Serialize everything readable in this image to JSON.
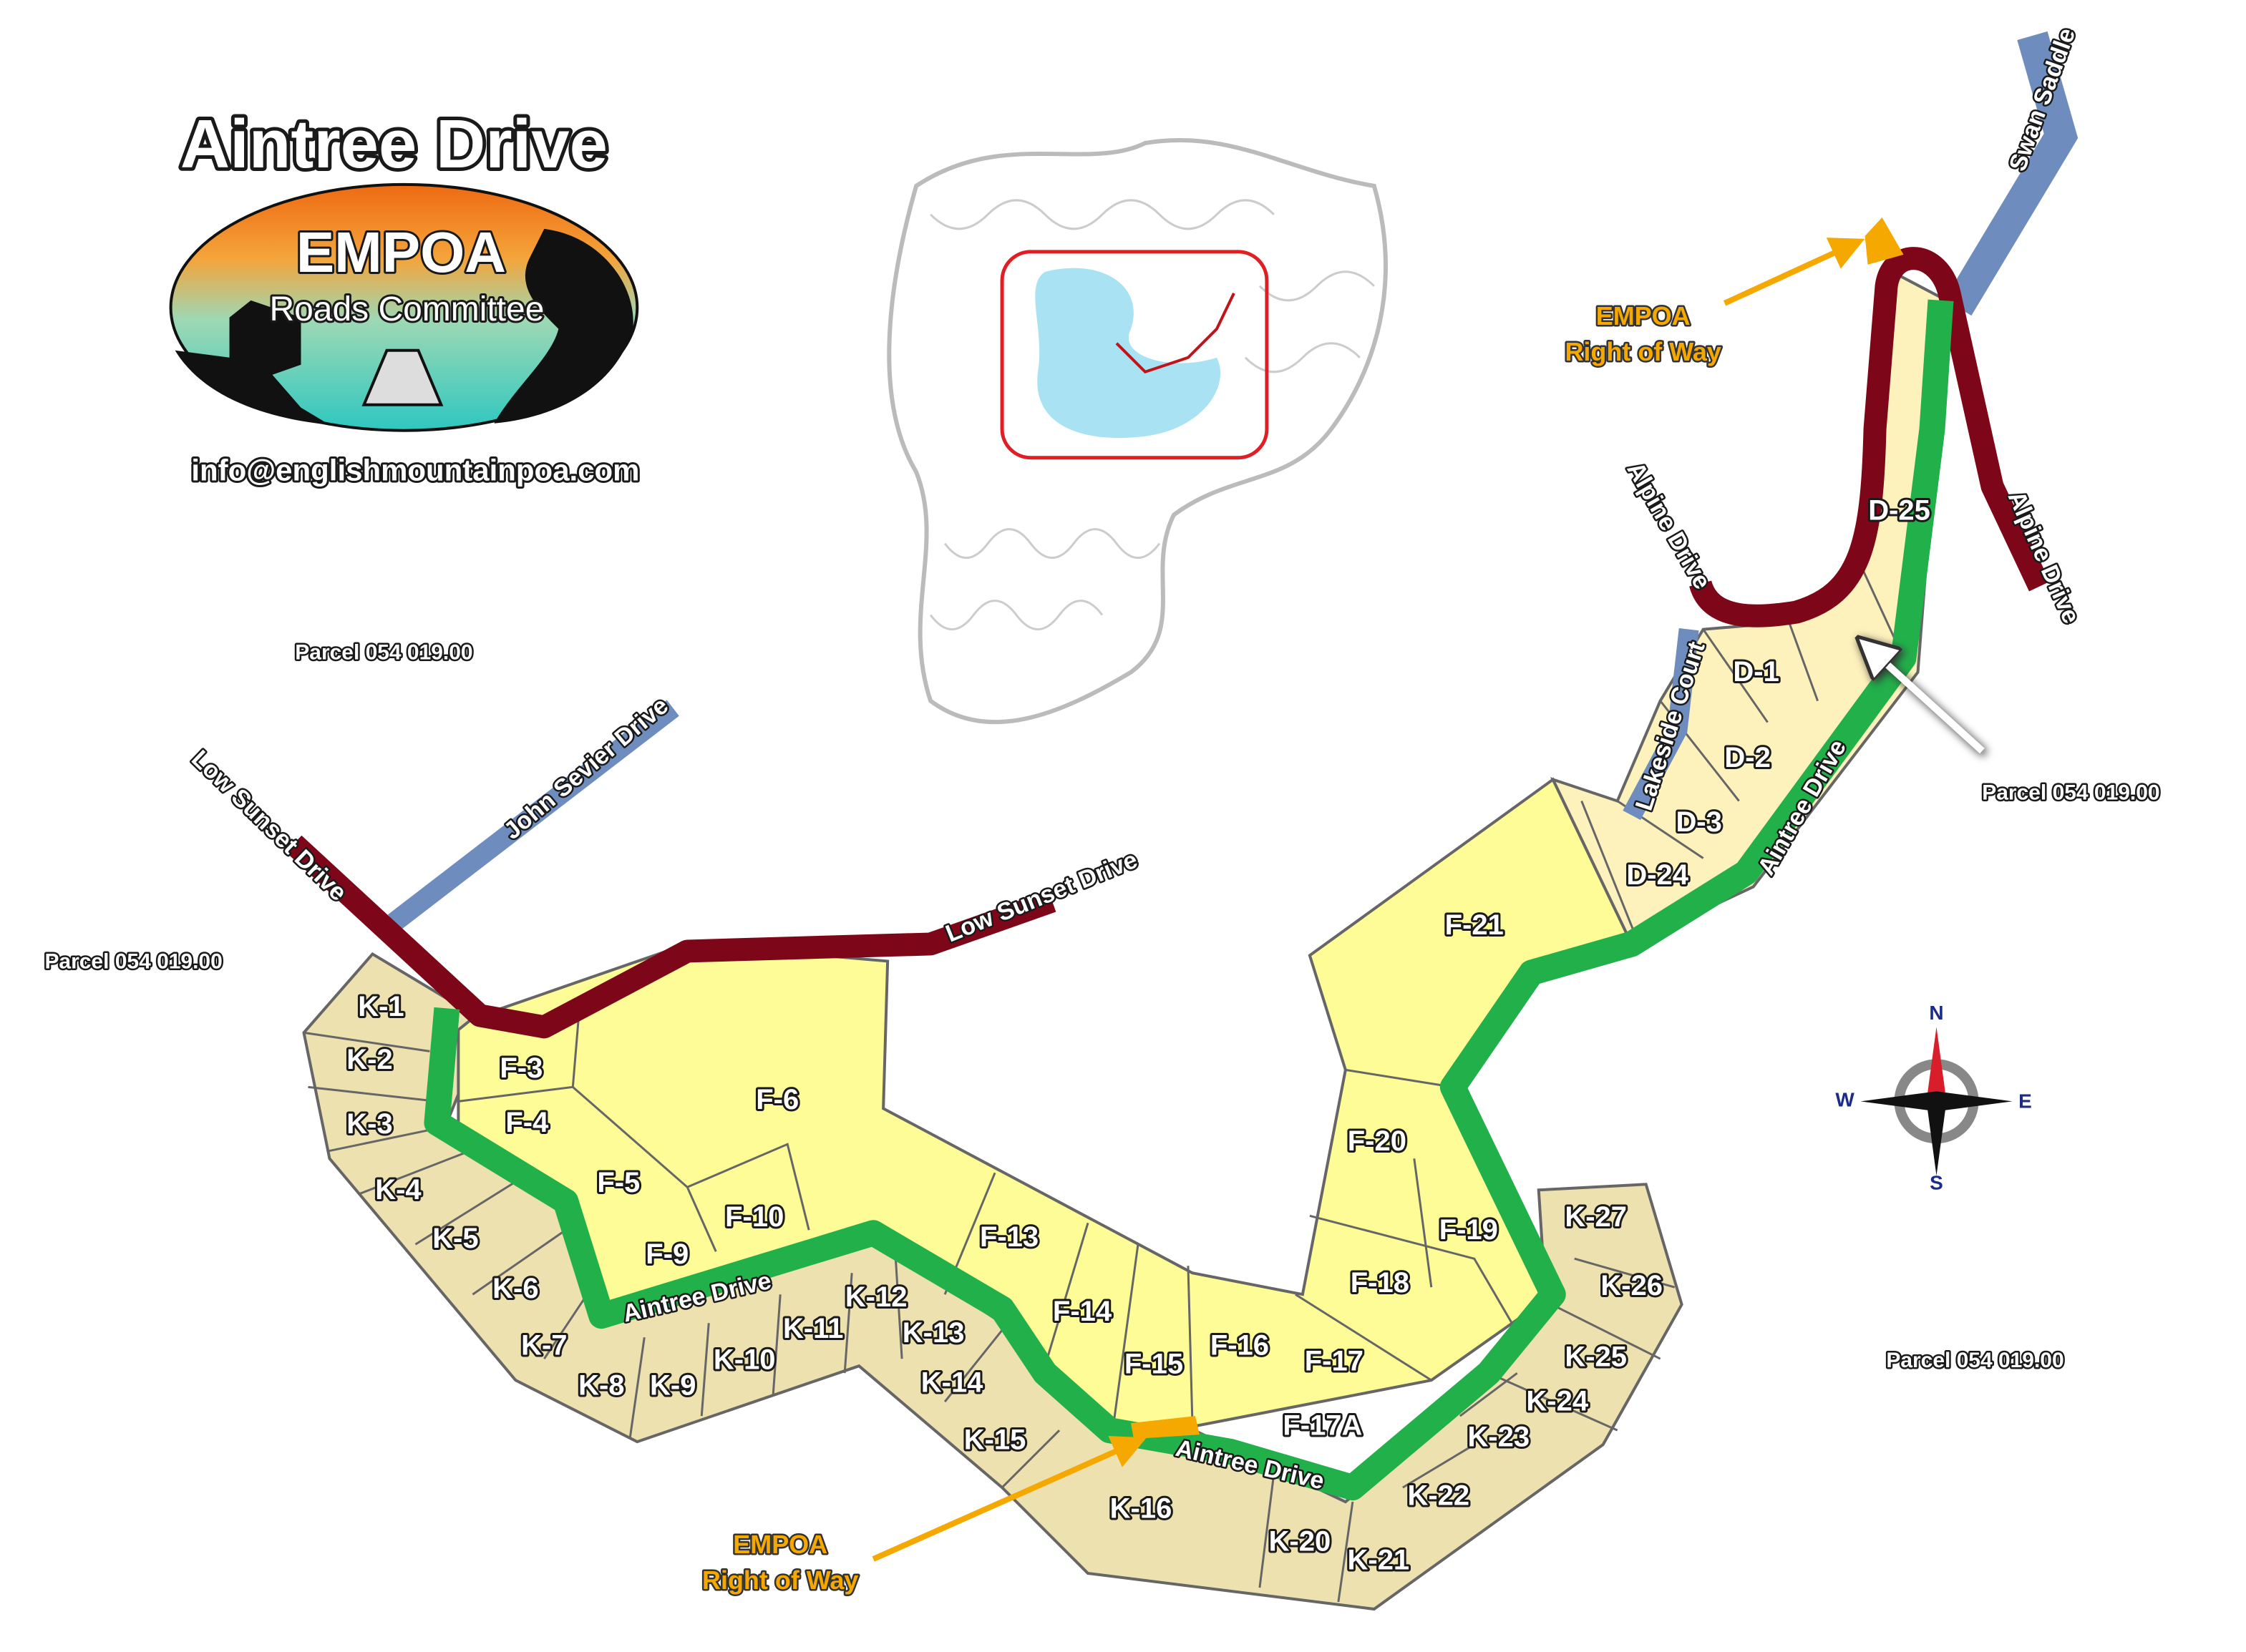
{
  "title": "Aintree Drive",
  "logo": {
    "org": "EMPOA",
    "committee": "Roads Committee"
  },
  "email": "info@englishmountainpoa.com",
  "colors": {
    "f_lots": "#FDFC96",
    "k_lots": "#EEE1B0",
    "d_lots": "#FDF1BC",
    "aintree": "#22B04B",
    "empoa_roads": "#7D0719",
    "other_roads": "#6E8DBE",
    "right_of_way": "#F5A800",
    "boundary": "#666666"
  },
  "roads": {
    "low_sunset_1": "Low Sunset Drive",
    "low_sunset_2": "Low Sunset Drive",
    "john_sevier": "John Sevier Drive",
    "aintree_1": "Aintree Drive",
    "aintree_2": "Aintree Drive",
    "aintree_3": "Aintree Drive",
    "lakeside": "Lakeside Court",
    "alpine_1": "Alpine Drive",
    "alpine_2": "Alpine Drive",
    "swan_saddle": "Swan Saddle"
  },
  "parcels": [
    "Parcel  054 019.00",
    "Parcel  054 019.00",
    "Parcel  054 019.00",
    "Parcel  054 019.00"
  ],
  "right_of_way": {
    "line1": "EMPOA",
    "line2": "Right of Way"
  },
  "compass": {
    "n": "N",
    "s": "S",
    "e": "E",
    "w": "W"
  },
  "lots": [
    "K-1",
    "K-2",
    "K-3",
    "K-4",
    "K-5",
    "K-6",
    "K-7",
    "K-8",
    "K-9",
    "K-10",
    "K-11",
    "K-12",
    "K-13",
    "K-14",
    "K-15",
    "K-16",
    "K-20",
    "K-21",
    "K-22",
    "K-23",
    "K-24",
    "K-25",
    "K-26",
    "K-27",
    "F-3",
    "F-4",
    "F-5",
    "F-6",
    "F-9",
    "F-10",
    "F-13",
    "F-14",
    "F-15",
    "F-16",
    "F-17",
    "F-17A",
    "F-18",
    "F-19",
    "F-20",
    "F-21",
    "D-1",
    "D-2",
    "D-3",
    "D-24",
    "D-25"
  ]
}
